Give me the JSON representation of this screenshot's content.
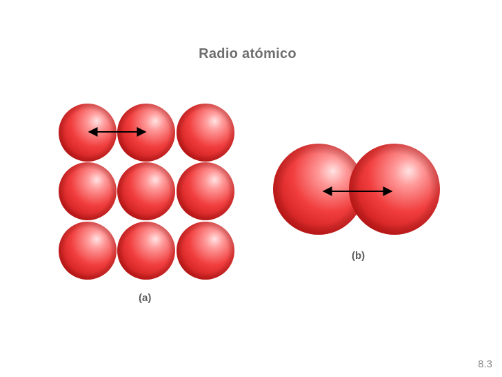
{
  "slide": {
    "title": "Radio atómico",
    "page_number": "8.3"
  },
  "figure_a": {
    "caption": "(a)",
    "rows": 3,
    "cols": 3
  },
  "figure_b": {
    "caption": "(b)"
  },
  "colors": {
    "atom_light": "#ffd6d6",
    "atom_mid": "#f24545",
    "atom_dark": "#c81a1a",
    "arrow": "#000000",
    "title": "#6e6e6e"
  }
}
